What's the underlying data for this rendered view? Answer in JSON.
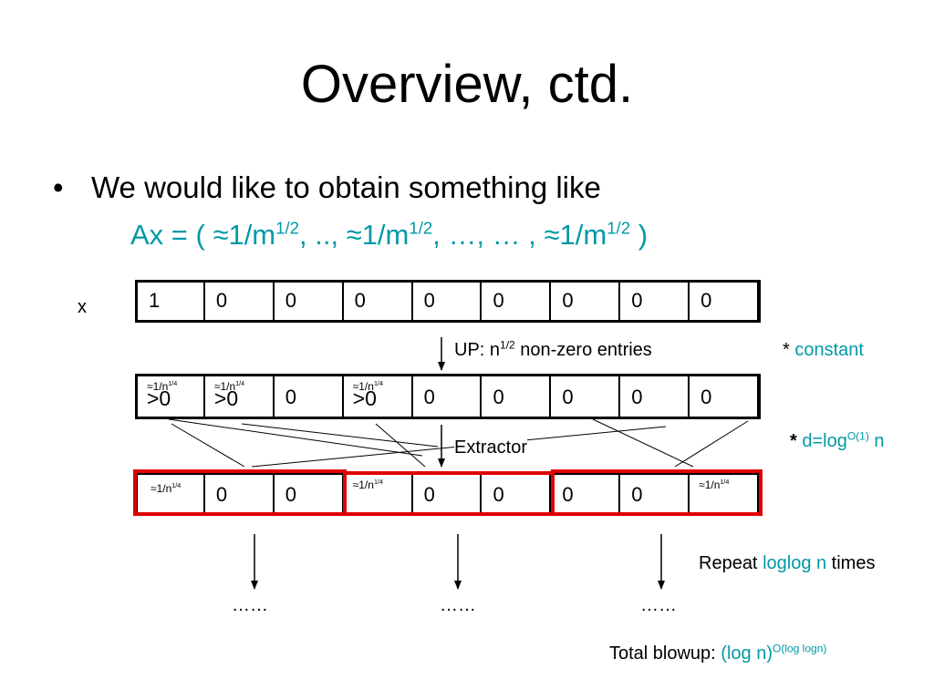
{
  "slide": {
    "title": "Overview, ctd.",
    "bullet": {
      "marker": "•",
      "text": "We would like to obtain something like"
    },
    "formula": {
      "p1": "Ax = ( ≈1/m",
      "e1": "1/2",
      "p2": ", .., ≈1/m",
      "e2": "1/2",
      "p3": ", …,  … , ≈1/m",
      "e3": "1/2",
      "p4": " )"
    }
  },
  "diagram": {
    "x_label": "x",
    "row_x": [
      "1",
      "0",
      "0",
      "0",
      "0",
      "0",
      "0",
      "0",
      "0"
    ],
    "row_up": {
      "small": "≈1/n",
      "small_exp": "1/4",
      "gt": ">0",
      "values": [
        "",
        "",
        "0",
        "",
        "0",
        "0",
        "0",
        "0",
        "0"
      ]
    },
    "row_ext": {
      "small": "≈1/n",
      "small_exp": "1/4",
      "values": [
        "",
        "0",
        "0",
        "",
        "0",
        "0",
        "0",
        "0",
        ""
      ]
    },
    "up_label": {
      "pre": "UP: n",
      "exp": "1/2",
      "post": " non-zero entries"
    },
    "constant_label": {
      "star": "* ",
      "text": "constant"
    },
    "d_label": {
      "star": "* ",
      "pre": "d=log",
      "exp": "O(1)",
      "post": " n"
    },
    "extractor_label": "Extractor",
    "repeat_label": {
      "pre": "Repeat ",
      "mid": "loglog n",
      "post": " times"
    },
    "dots": [
      "……",
      "……",
      "……"
    ],
    "total_label": {
      "pre": "Total blowup: ",
      "mid": "(log n)",
      "exp": "O(log  logn)"
    },
    "colors": {
      "accent": "#0099a6",
      "highlight": "#e00000"
    }
  }
}
